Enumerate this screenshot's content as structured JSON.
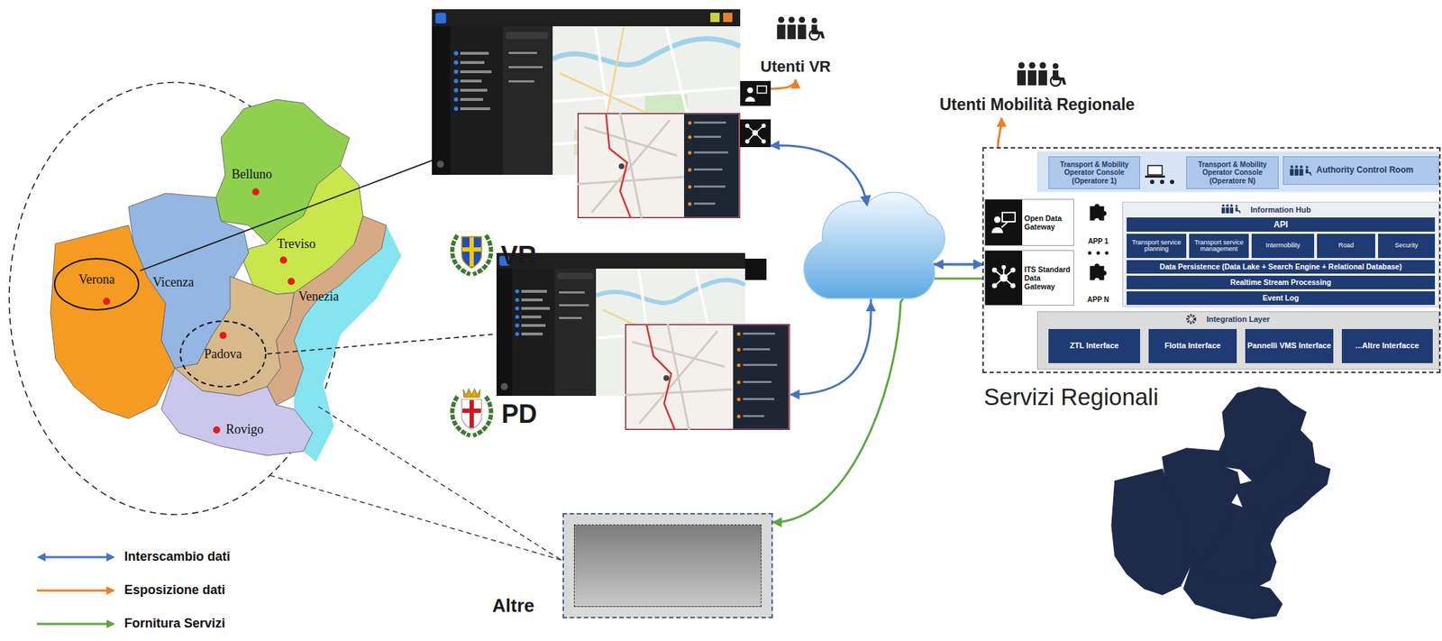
{
  "diagram": {
    "nodes": [
      {
        "text": [
          "Verona"
        ]
      },
      {
        "text": [
          "Padova"
        ]
      },
      {
        "text": [
          "VR"
        ]
      },
      {
        "text": [
          "Utenti VR"
        ]
      },
      {
        "text": [
          "PD"
        ]
      },
      {
        "text": [
          "Altre"
        ]
      },
      {
        "text": [
          "Utenti Mobilità Regionale"
        ]
      },
      {
        "text": [
          "Servizi Regionali"
        ]
      },
      {
        "text": [
          "Transport & Mobility Operator Console (Operatore 1)"
        ],
        "in": 7
      },
      {
        "text": [
          "Transport & Mobility Operator Console (Operatore N)"
        ],
        "in": 7
      },
      {
        "text": [
          "Authority Control Room"
        ],
        "in": 7
      },
      {
        "text": [
          "Open Data Gateway"
        ],
        "in": 7
      },
      {
        "text": [
          "APP 1"
        ],
        "in": 7
      },
      {
        "text": [
          "ITS Standard Data Gateway"
        ],
        "in": 7
      },
      {
        "text": [
          "APP N"
        ],
        "in": 7
      },
      {
        "text": [
          "Information Hub"
        ],
        "in": 7
      },
      {
        "text": [
          "API"
        ],
        "in": 15
      },
      {
        "text": [
          "Transport service planning"
        ],
        "in": 15
      },
      {
        "text": [
          "Transport service management"
        ],
        "in": 15
      },
      {
        "text": [
          "Intermobility"
        ],
        "in": 15
      },
      {
        "text": [
          "Road"
        ],
        "in": 15
      },
      {
        "text": [
          "Security"
        ],
        "in": 15
      },
      {
        "text": [
          "Data Persistence (Data Lake + Search Engine + Relational Database)"
        ],
        "in": 15
      },
      {
        "text": [
          "Realtime Stream Processing"
        ],
        "in": 15
      },
      {
        "text": [
          "Event Log"
        ],
        "in": 15
      },
      {
        "text": [
          "Integration Layer"
        ],
        "in": 7
      },
      {
        "text": [
          "ZTL Interface"
        ],
        "in": 25
      },
      {
        "text": [
          "Flotta Interface"
        ],
        "in": 25
      },
      {
        "text": [
          "Pannelli VMS Interface"
        ],
        "in": 25
      },
      {
        "text": [
          "...Altre Interfacce"
        ],
        "in": 25
      }
    ],
    "edges": [
      {
        "from": 0,
        "to": 2,
        "arrow": "none"
      },
      {
        "from": 1,
        "to": 4,
        "arrow": "none"
      },
      {
        "from": 2,
        "to": 3,
        "arrow": "to"
      },
      {
        "from": 2,
        "to": 7,
        "arrow": "both"
      },
      {
        "from": 4,
        "to": 7,
        "arrow": "both"
      },
      {
        "from": 7,
        "to": 5,
        "arrow": "to"
      },
      {
        "from": 7,
        "to": 6,
        "arrow": "to"
      }
    ],
    "labels": [
      "Belluno",
      "Treviso",
      "Vicenza",
      "Venezia",
      "Rovigo"
    ],
    "legend": [
      {
        "text": "Interscambio dati"
      },
      {
        "text": "Esposizione dati"
      },
      {
        "text": "Fornitura Servizi"
      }
    ]
  }
}
